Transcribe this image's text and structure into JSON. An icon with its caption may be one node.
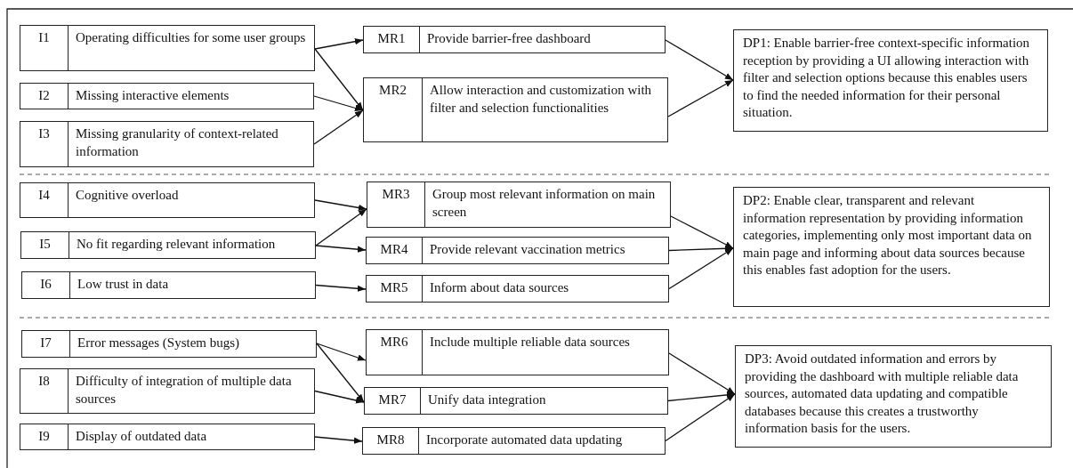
{
  "diagram": {
    "nodes": [
      {
        "text": [
          "I1",
          "Operating difficulties for some user groups"
        ]
      },
      {
        "text": [
          "I2",
          "Missing interactive elements"
        ]
      },
      {
        "text": [
          "I3",
          "Missing granularity of context-related information"
        ]
      },
      {
        "text": [
          "I4",
          "Cognitive overload"
        ]
      },
      {
        "text": [
          "I5",
          "No fit regarding relevant information"
        ]
      },
      {
        "text": [
          "I6",
          "Low trust in data"
        ]
      },
      {
        "text": [
          "I7",
          "Error messages (System bugs)"
        ]
      },
      {
        "text": [
          "I8",
          "Difficulty of integration of multiple data sources"
        ]
      },
      {
        "text": [
          "I9",
          "Display of outdated data"
        ]
      },
      {
        "text": [
          "MR1",
          "Provide barrier-free dashboard"
        ]
      },
      {
        "text": [
          "MR2",
          "Allow interaction and customization with filter and selection functionalities"
        ]
      },
      {
        "text": [
          "MR3",
          "Group most relevant information on main screen"
        ]
      },
      {
        "text": [
          "MR4",
          "Provide relevant vaccination metrics"
        ]
      },
      {
        "text": [
          "MR5",
          "Inform about data sources"
        ]
      },
      {
        "text": [
          "MR6",
          "Include multiple reliable data sources"
        ]
      },
      {
        "text": [
          "MR7",
          "Unify data integration"
        ]
      },
      {
        "text": [
          "MR8",
          "Incorporate automated data updating"
        ]
      },
      {
        "text": [
          "DP1: Enable barrier-free context-specific information reception by providing a UI allowing interaction with filter and selection options because this enables users to find the needed information for their personal situation."
        ]
      },
      {
        "text": [
          "DP2: Enable clear, transparent and relevant information representation by providing information categories, implementing only most important data on main page and informing about data sources because this enables fast adoption for the users."
        ]
      },
      {
        "text": [
          "DP3: Avoid outdated information and errors by providing the dashboard with multiple reliable data sources, automated data updating and compatible databases because this creates a trustworthy information basis for the users."
        ]
      }
    ],
    "edges": [
      {
        "from": 0,
        "to": 9,
        "arrow": "to"
      },
      {
        "from": 0,
        "to": 10,
        "arrow": "to"
      },
      {
        "from": 1,
        "to": 10,
        "arrow": "to"
      },
      {
        "from": 2,
        "to": 10,
        "arrow": "to"
      },
      {
        "from": 9,
        "to": 17,
        "arrow": "to"
      },
      {
        "from": 10,
        "to": 17,
        "arrow": "to"
      },
      {
        "from": 3,
        "to": 11,
        "arrow": "to"
      },
      {
        "from": 4,
        "to": 11,
        "arrow": "to"
      },
      {
        "from": 4,
        "to": 12,
        "arrow": "to"
      },
      {
        "from": 5,
        "to": 13,
        "arrow": "to"
      },
      {
        "from": 11,
        "to": 18,
        "arrow": "to"
      },
      {
        "from": 12,
        "to": 18,
        "arrow": "to"
      },
      {
        "from": 13,
        "to": 18,
        "arrow": "to"
      },
      {
        "from": 6,
        "to": 14,
        "arrow": "to"
      },
      {
        "from": 6,
        "to": 15,
        "arrow": "to"
      },
      {
        "from": 7,
        "to": 15,
        "arrow": "to"
      },
      {
        "from": 8,
        "to": 16,
        "arrow": "to"
      },
      {
        "from": 14,
        "to": 19,
        "arrow": "to"
      },
      {
        "from": 15,
        "to": 19,
        "arrow": "to"
      },
      {
        "from": 16,
        "to": 19,
        "arrow": "to"
      }
    ]
  }
}
